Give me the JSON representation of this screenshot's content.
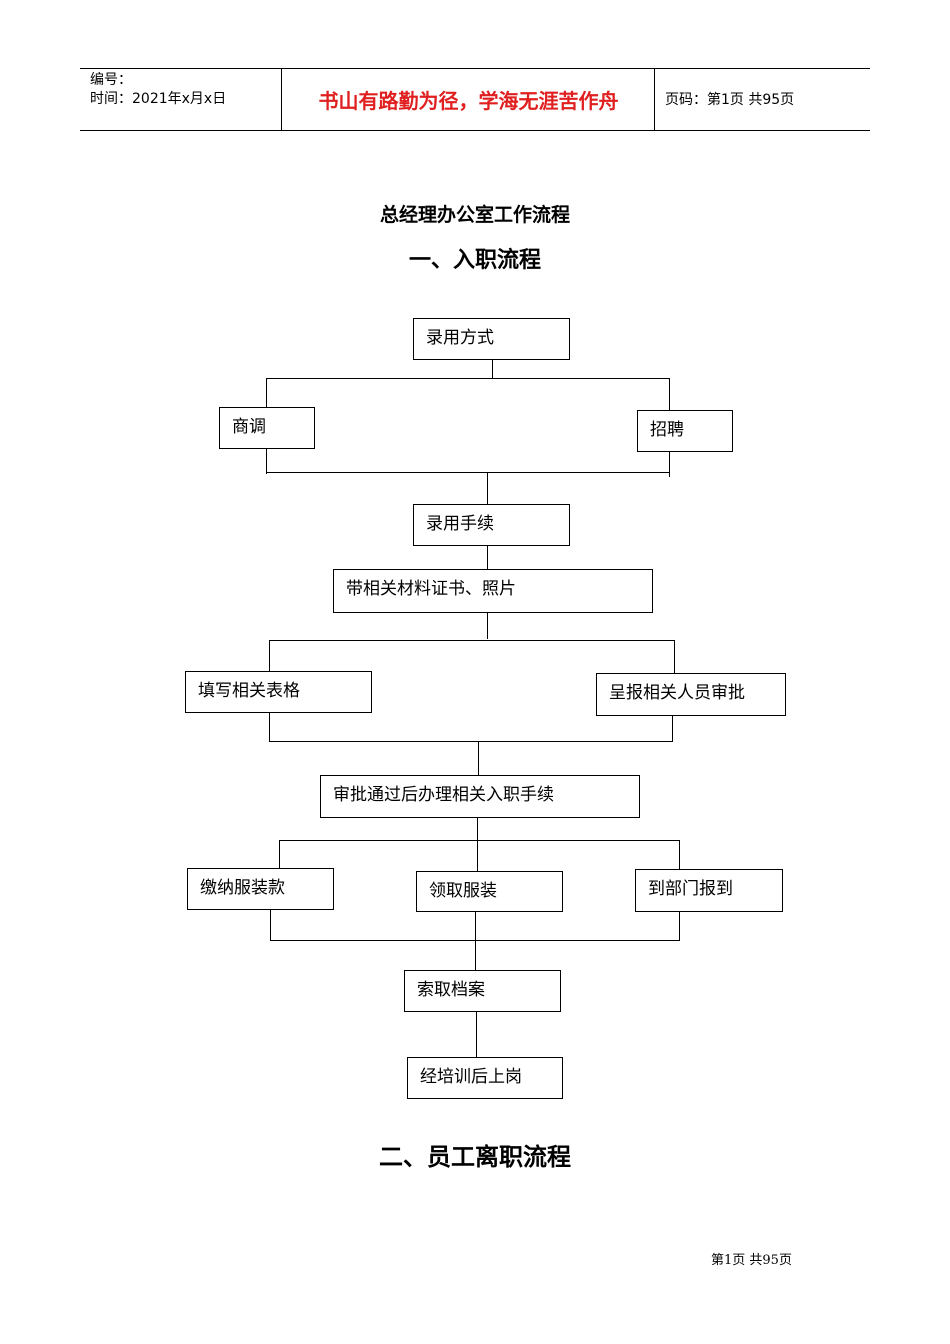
{
  "header": {
    "number_label": "编号：",
    "time_label": "时间：2021年x月x日",
    "motto": "书山有路勤为径，学海无涯苦作舟",
    "page_info": "页码：第1页 共95页"
  },
  "doc_title": "总经理办公室工作流程",
  "section1_title": "一、入职流程",
  "flow": {
    "recruit_method": "录用方式",
    "transfer": "商调",
    "hiring": "招聘",
    "hire_procedure": "录用手续",
    "bring_materials": "带相关材料证书、照片",
    "fill_forms": "填写相关表格",
    "submit_approval": "呈报相关人员审批",
    "after_approval": "审批通过后办理相关入职手续",
    "pay_uniform": "缴纳服装款",
    "get_uniform": "领取服装",
    "report_dept": "到部门报到",
    "get_archive": "索取档案",
    "training": "经培训后上岗"
  },
  "section2_title": "二、员工离职流程",
  "footer": "第1页 共95页"
}
